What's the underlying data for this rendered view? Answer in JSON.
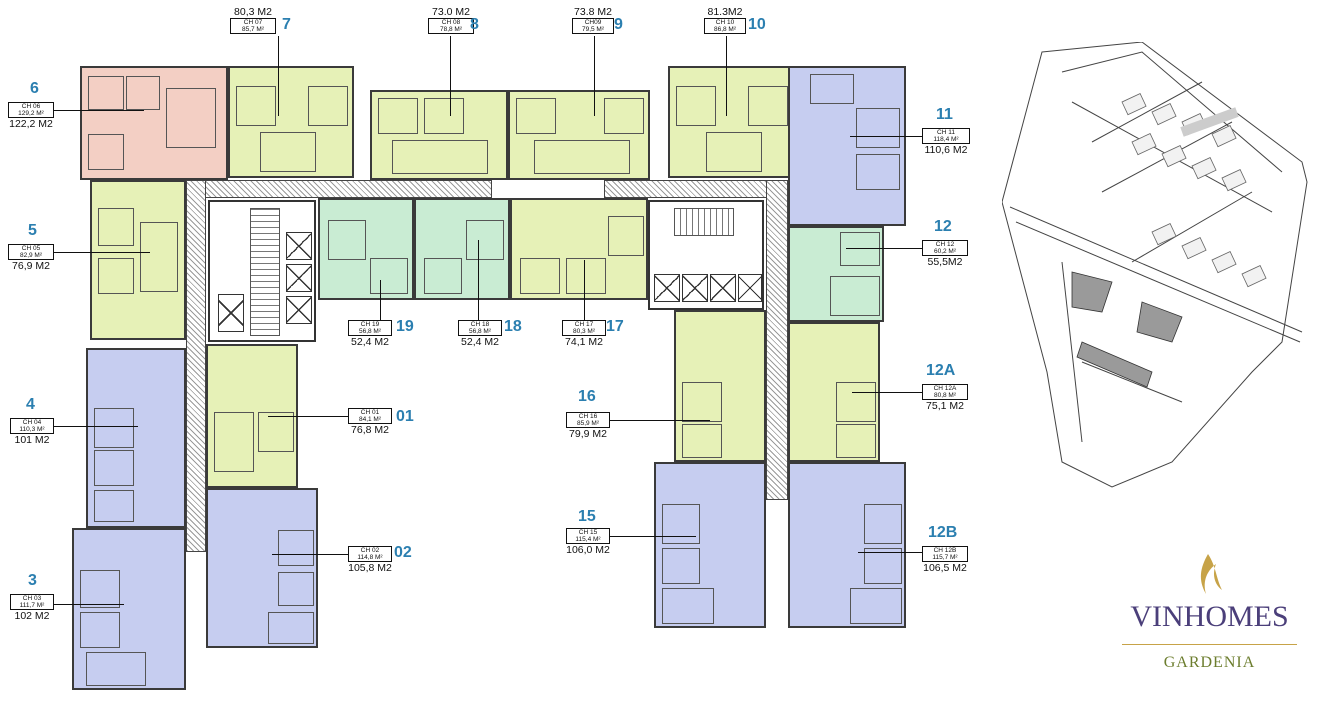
{
  "colors": {
    "green": "#e6f1b7",
    "blue": "#c6cdf0",
    "mint": "#c9ecd3",
    "pink": "#f3cfc4",
    "number": "#2b7fb0",
    "logo": "#4b3f7a",
    "logo_sub": "#6c7d2e",
    "logo_gold": "#c7a348"
  },
  "units": {
    "u7": {
      "num": "7",
      "code": "CH 07",
      "inner": "85,7 M²",
      "area": "80,3 M2"
    },
    "u8": {
      "num": "8",
      "code": "CH 08",
      "inner": "78,8 M²",
      "area": "73.0 M2"
    },
    "u9": {
      "num": "9",
      "code": "CH09",
      "inner": "79,5 M²",
      "area": "73.8 M2"
    },
    "u10": {
      "num": "10",
      "code": "CH 10",
      "inner": "86,8 M²",
      "area": "81.3M2"
    },
    "u6": {
      "num": "6",
      "code": "CH 06",
      "inner": "129,2 M²",
      "area": "122,2 M2"
    },
    "u5": {
      "num": "5",
      "code": "CH 05",
      "inner": "82,9 M²",
      "area": "76,9 M2"
    },
    "u4": {
      "num": "4",
      "code": "CH 04",
      "inner": "110,3 M²",
      "area": "101 M2"
    },
    "u3": {
      "num": "3",
      "code": "CH 03",
      "inner": "111,7 M²",
      "area": "102 M2"
    },
    "u11": {
      "num": "11",
      "code": "CH 11",
      "inner": "118,4 M²",
      "area": "110,6 M2"
    },
    "u12": {
      "num": "12",
      "code": "CH 12",
      "inner": "60,2 M²",
      "area": "55,5M2"
    },
    "u12a": {
      "num": "12A",
      "code": "CH 12A",
      "inner": "80,8 M²",
      "area": "75,1 M2"
    },
    "u12b": {
      "num": "12B",
      "code": "CH 12B",
      "inner": "115,7 M²",
      "area": "106,5 M2"
    },
    "u19": {
      "num": "19",
      "code": "CH 19",
      "inner": "56,8 M²",
      "area": "52,4 M2"
    },
    "u18": {
      "num": "18",
      "code": "CH 18",
      "inner": "56,8 M²",
      "area": "52,4 M2"
    },
    "u17": {
      "num": "17",
      "code": "CH 17",
      "inner": "80,3 M²",
      "area": "74,1 M2"
    },
    "u16": {
      "num": "16",
      "code": "CH 16",
      "inner": "85,9 M²",
      "area": "79,9 M2"
    },
    "u15": {
      "num": "15",
      "code": "CH 15",
      "inner": "115,4 M²",
      "area": "106,0 M2"
    },
    "u01": {
      "num": "01",
      "code": "CH 01",
      "inner": "84,1 M²",
      "area": "76,8 M2"
    },
    "u02": {
      "num": "02",
      "code": "CH 02",
      "inner": "114,8 M²",
      "area": "105,8 M2"
    }
  },
  "logo": {
    "brand": "VINHOMES",
    "sub": "GARDENIA"
  }
}
